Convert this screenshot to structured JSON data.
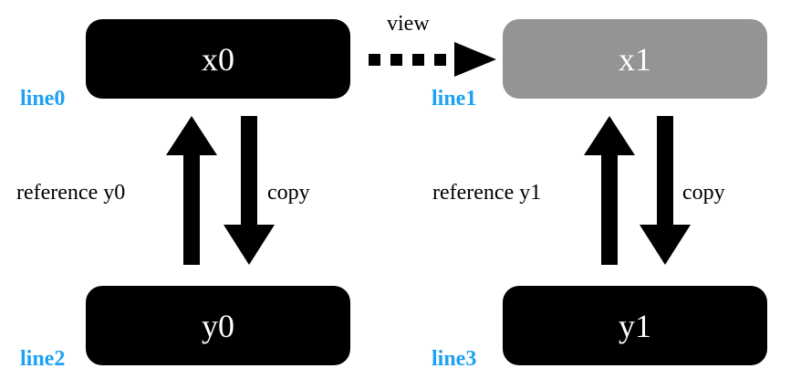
{
  "nodes": {
    "x0": {
      "label": "x0",
      "color": "#000000"
    },
    "x1": {
      "label": "x1",
      "color": "#949494"
    },
    "y0": {
      "label": "y0",
      "color": "#000000"
    },
    "y1": {
      "label": "y1",
      "color": "#000000"
    }
  },
  "line_tags": {
    "line0": "line0",
    "line1": "line1",
    "line2": "line2",
    "line3": "line3",
    "color": "#1da1f2"
  },
  "edges": {
    "view": "view",
    "reference_y0": "reference y0",
    "copy_0": "copy",
    "reference_y1": "reference y1",
    "copy_1": "copy"
  }
}
